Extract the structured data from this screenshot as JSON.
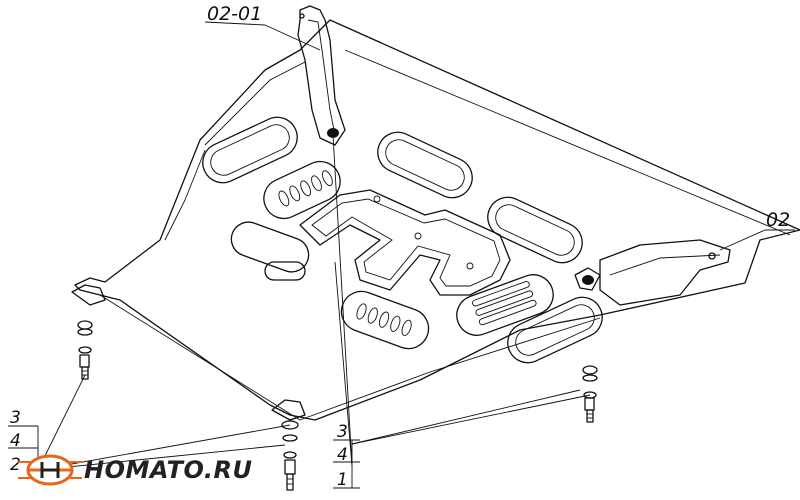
{
  "labels": {
    "part_main": "02-01",
    "part_side": "02",
    "callout_left": [
      "3",
      "4",
      "2"
    ],
    "callout_center": [
      "3",
      "4",
      "1"
    ]
  },
  "watermark": {
    "text": "HOMATO.RU",
    "accent": "#e8651a"
  }
}
